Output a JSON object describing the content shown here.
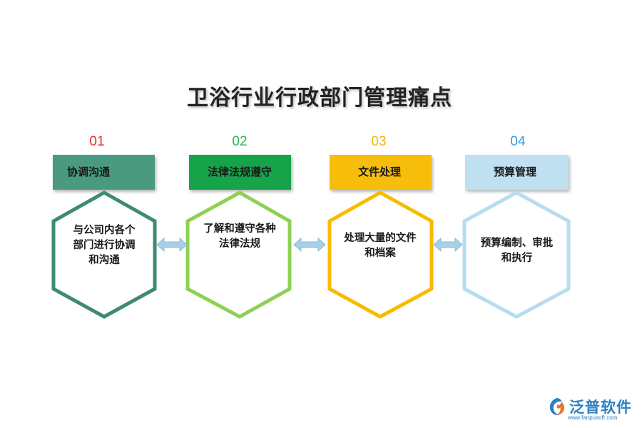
{
  "title": "卫浴行业行政部门管理痛点",
  "steps": [
    {
      "number": "01",
      "label": "协调沟通",
      "description": [
        "与公司内各个",
        "部门进行协调",
        "和沟通"
      ],
      "number_color": "#e8262a",
      "tab_color": "#4a9a80",
      "hex_color": "#3e8a72"
    },
    {
      "number": "02",
      "label": "法律法规遵守",
      "description": [
        "了解和遵守各种",
        "法律法规"
      ],
      "number_color": "#2bb24c",
      "tab_color": "#16a34a",
      "hex_color": "#8ed152"
    },
    {
      "number": "03",
      "label": "文件处理",
      "description": [
        "处理大量的文件",
        "和档案"
      ],
      "number_color": "#f5b400",
      "tab_color": "#f7bd0b",
      "hex_color": "#f5bc00"
    },
    {
      "number": "04",
      "label": "预算管理",
      "description": [
        "预算编制、审批",
        "和执行"
      ],
      "number_color": "#3a9ad9",
      "tab_color": "#bfe0f1",
      "hex_color": "#b8dcef"
    }
  ],
  "connector_color": "#a9cfe6",
  "logo": {
    "name": "泛普软件",
    "url": "www.fanpusoft.com",
    "icon": "fanpu-logo-icon",
    "color": "#2d7fc0"
  }
}
